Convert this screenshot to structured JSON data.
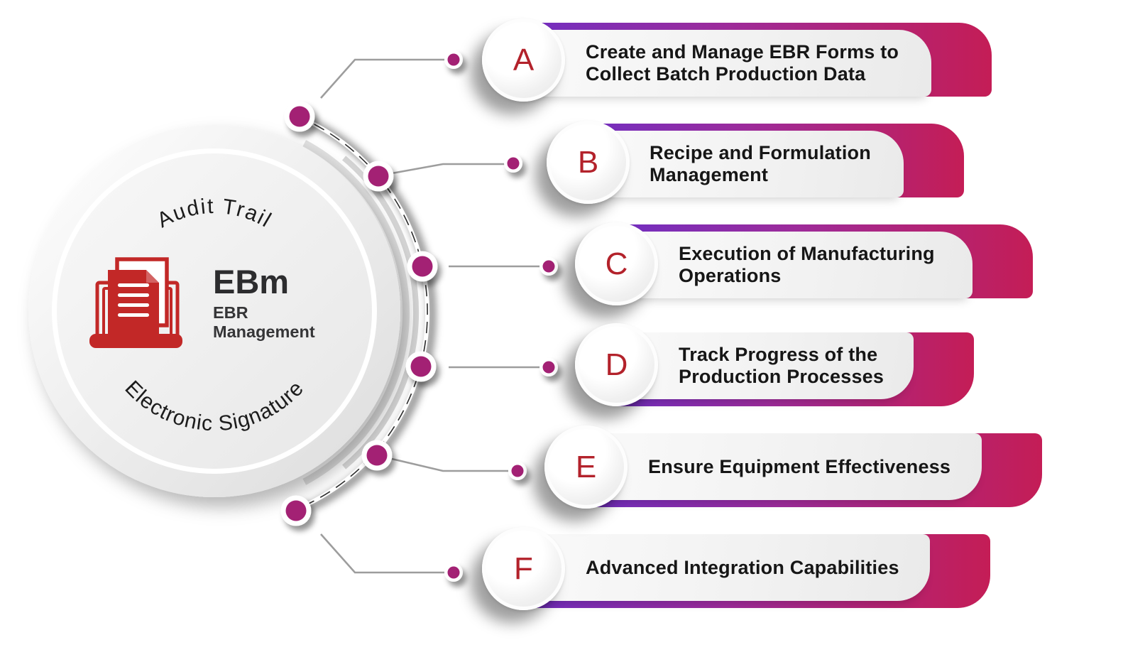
{
  "center": {
    "arc_text_top": "Audit Trail",
    "arc_text_bottom": "Electronic Signature",
    "abbr": "EBm",
    "subtitle_line1": "EBR",
    "subtitle_line2": "Management",
    "icon": "documents-stack-icon"
  },
  "items": [
    {
      "letter": "A",
      "lines": [
        "Create and Manage EBR Forms to",
        "Collect Batch Production Data"
      ]
    },
    {
      "letter": "B",
      "lines": [
        "Recipe and Formulation",
        "Management"
      ]
    },
    {
      "letter": "C",
      "lines": [
        "Execution of Manufacturing",
        "Operations"
      ]
    },
    {
      "letter": "D",
      "lines": [
        "Track Progress of the",
        "Production Processes"
      ]
    },
    {
      "letter": "E",
      "lines": [
        "Ensure Equipment Effectiveness"
      ]
    },
    {
      "letter": "F",
      "lines": [
        "Advanced Integration Capabilities"
      ]
    }
  ],
  "colors": {
    "bar_gradient_start": "#6e2fc4",
    "bar_gradient_mid": "#9d2b9a",
    "bar_gradient_end": "#c41d56",
    "letter_red": "#b3222b",
    "icon_red": "#c22827",
    "dot_magenta": "#a32174",
    "text_dark": "#161616"
  }
}
